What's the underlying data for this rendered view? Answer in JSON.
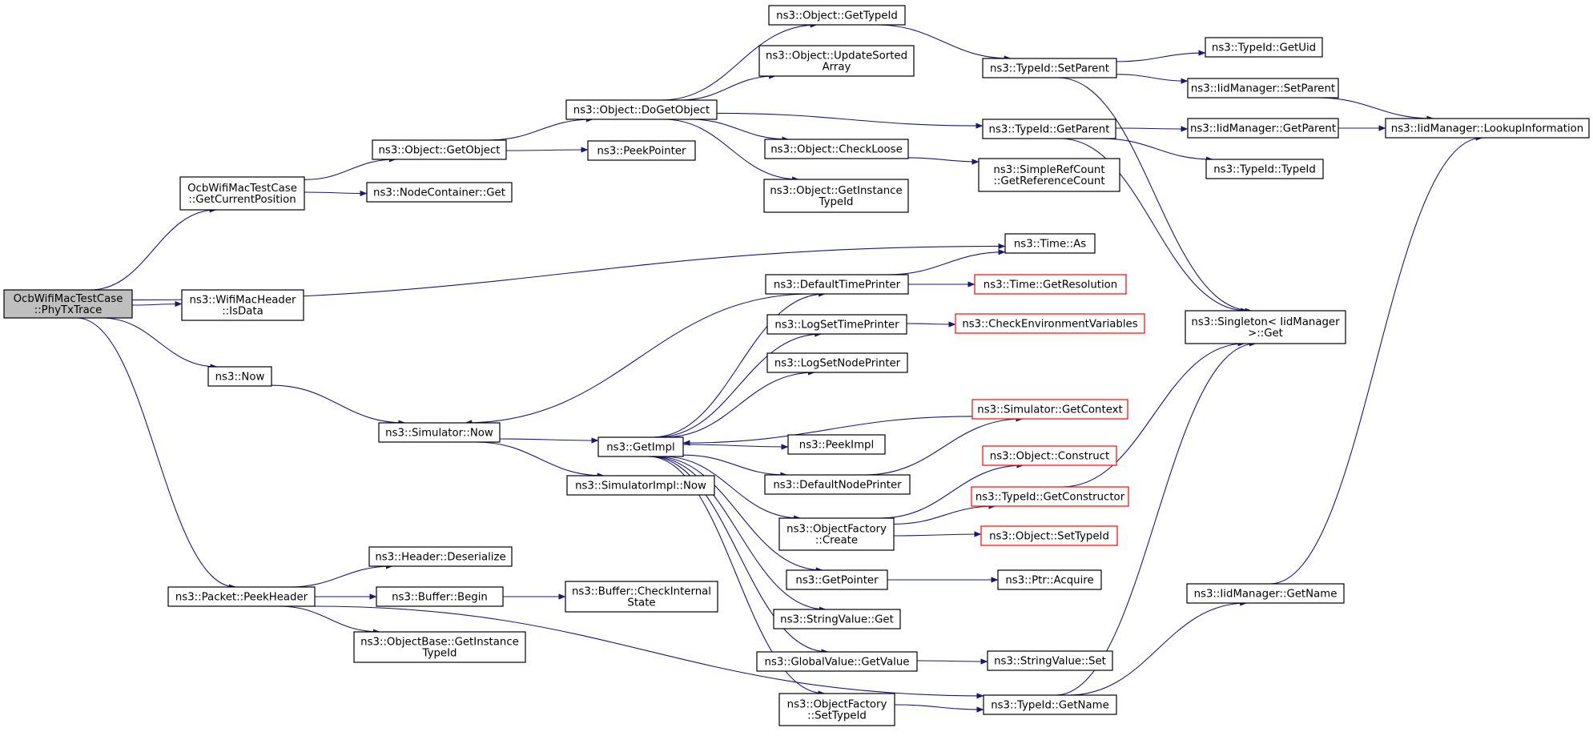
{
  "diagram": {
    "type": "call-graph",
    "colors": {
      "edge": "#191970",
      "root_fill": "#bfbfbf",
      "border": "#000000",
      "truncated_border": "#ff0000",
      "node_fill": "#ffffff"
    },
    "nodes": {
      "root": [
        "OcbWifiMacTestCase",
        "::PhyTxTrace"
      ],
      "getcurpos": [
        "OcbWifiMacTestCase",
        "::GetCurrentPosition"
      ],
      "isdata": [
        "ns3::WifiMacHeader",
        "::IsData"
      ],
      "now": [
        "ns3::Now"
      ],
      "peekheader": [
        "ns3::Packet::PeekHeader"
      ],
      "getobject": [
        "ns3::Object::GetObject"
      ],
      "nodecontainer_get": [
        "ns3::NodeContainer::Get"
      ],
      "sim_now": [
        "ns3::Simulator::Now"
      ],
      "header_deser": [
        "ns3::Header::Deserialize"
      ],
      "buffer_begin": [
        "ns3::Buffer::Begin"
      ],
      "objbase_gettid": [
        "ns3::ObjectBase::GetInstance",
        "TypeId"
      ],
      "dogetobject": [
        "ns3::Object::DoGetObject"
      ],
      "peekpointer": [
        "ns3::PeekPointer"
      ],
      "getimpl": [
        "ns3::GetImpl"
      ],
      "simimpl_now": [
        "ns3::SimulatorImpl::Now"
      ],
      "buffer_checkinternal": [
        "ns3::Buffer::CheckInternal",
        "State"
      ],
      "obj_gettypeid": [
        "ns3::Object::GetTypeId"
      ],
      "obj_updatesorted": [
        "ns3::Object::UpdateSorted",
        "Array"
      ],
      "obj_checkloose": [
        "ns3::Object::CheckLoose"
      ],
      "obj_getinsttid": [
        "ns3::Object::GetInstance",
        "TypeId"
      ],
      "defaulttimeprinter": [
        "ns3::DefaultTimePrinter"
      ],
      "logsettimeprinter": [
        "ns3::LogSetTimePrinter"
      ],
      "logsetnodeprinter": [
        "ns3::LogSetNodePrinter"
      ],
      "peekimpl": [
        "ns3::PeekImpl"
      ],
      "defaultnodeprinter": [
        "ns3::DefaultNodePrinter"
      ],
      "objfactory_create": [
        "ns3::ObjectFactory",
        "::Create"
      ],
      "getpointer": [
        "ns3::GetPointer"
      ],
      "stringvalue_get": [
        "ns3::StringValue::Get"
      ],
      "globalvalue_getvalue": [
        "ns3::GlobalValue::GetValue"
      ],
      "objfactory_settypeid": [
        "ns3::ObjectFactory",
        "::SetTypeId"
      ],
      "tid_setparent": [
        "ns3::TypeId::SetParent"
      ],
      "tid_getparent": [
        "ns3::TypeId::GetParent"
      ],
      "simplerefcount": [
        "ns3::SimpleRefCount",
        "::GetReferenceCount"
      ],
      "time_as": [
        "ns3::Time::As"
      ],
      "time_getresolution": [
        "ns3::Time::GetResolution"
      ],
      "checkenv": [
        "ns3::CheckEnvironmentVariables"
      ],
      "sim_getcontext": [
        "ns3::Simulator::GetContext"
      ],
      "obj_construct": [
        "ns3::Object::Construct"
      ],
      "tid_getconstructor": [
        "ns3::TypeId::GetConstructor"
      ],
      "obj_settypeid": [
        "ns3::Object::SetTypeId"
      ],
      "ptr_acquire": [
        "ns3::Ptr::Acquire"
      ],
      "stringvalue_set": [
        "ns3::StringValue::Set"
      ],
      "tid_getname": [
        "ns3::TypeId::GetName"
      ],
      "tid_getuid": [
        "ns3::TypeId::GetUid"
      ],
      "iid_setparent": [
        "ns3::IidManager::SetParent"
      ],
      "iid_getparent": [
        "ns3::IidManager::GetParent"
      ],
      "tid_typeid": [
        "ns3::TypeId::TypeId"
      ],
      "singleton_get": [
        "ns3::Singleton< IidManager",
        ">::Get"
      ],
      "iid_getname": [
        "ns3::IidManager::GetName"
      ],
      "iid_lookupinfo": [
        "ns3::IidManager::LookupInformation"
      ]
    },
    "truncated_nodes": [
      "time_getresolution",
      "checkenv",
      "sim_getcontext",
      "obj_construct",
      "tid_getconstructor",
      "obj_settypeid"
    ],
    "edges": [
      [
        "root",
        "getcurpos"
      ],
      [
        "root",
        "time_as"
      ],
      [
        "root",
        "isdata"
      ],
      [
        "root",
        "now"
      ],
      [
        "root",
        "peekheader"
      ],
      [
        "getcurpos",
        "getobject"
      ],
      [
        "getcurpos",
        "nodecontainer_get"
      ],
      [
        "getobject",
        "dogetobject"
      ],
      [
        "getobject",
        "peekpointer"
      ],
      [
        "dogetobject",
        "obj_gettypeid"
      ],
      [
        "dogetobject",
        "obj_updatesorted"
      ],
      [
        "dogetobject",
        "tid_getparent"
      ],
      [
        "dogetobject",
        "obj_checkloose"
      ],
      [
        "dogetobject",
        "obj_getinsttid"
      ],
      [
        "obj_gettypeid",
        "tid_setparent"
      ],
      [
        "tid_setparent",
        "tid_getuid"
      ],
      [
        "tid_setparent",
        "iid_setparent"
      ],
      [
        "tid_setparent",
        "singleton_get"
      ],
      [
        "iid_setparent",
        "iid_lookupinfo"
      ],
      [
        "tid_getparent",
        "iid_getparent"
      ],
      [
        "tid_getparent",
        "tid_typeid"
      ],
      [
        "tid_getparent",
        "singleton_get"
      ],
      [
        "iid_getparent",
        "iid_lookupinfo"
      ],
      [
        "obj_checkloose",
        "simplerefcount"
      ],
      [
        "now",
        "sim_now"
      ],
      [
        "sim_now",
        "getimpl"
      ],
      [
        "sim_now",
        "simimpl_now"
      ],
      [
        "getimpl",
        "defaulttimeprinter"
      ],
      [
        "getimpl",
        "logsettimeprinter"
      ],
      [
        "getimpl",
        "logsetnodeprinter"
      ],
      [
        "getimpl",
        "peekimpl"
      ],
      [
        "getimpl",
        "defaultnodeprinter"
      ],
      [
        "getimpl",
        "objfactory_create"
      ],
      [
        "getimpl",
        "getpointer"
      ],
      [
        "getimpl",
        "stringvalue_get"
      ],
      [
        "getimpl",
        "globalvalue_getvalue"
      ],
      [
        "getimpl",
        "objfactory_settypeid"
      ],
      [
        "defaulttimeprinter",
        "time_as"
      ],
      [
        "defaulttimeprinter",
        "time_getresolution"
      ],
      [
        "defaulttimeprinter",
        "sim_now"
      ],
      [
        "logsettimeprinter",
        "checkenv"
      ],
      [
        "sim_getcontext",
        "getimpl"
      ],
      [
        "defaultnodeprinter",
        "sim_getcontext"
      ],
      [
        "objfactory_create",
        "obj_construct"
      ],
      [
        "objfactory_create",
        "tid_getconstructor"
      ],
      [
        "objfactory_create",
        "obj_settypeid"
      ],
      [
        "tid_getconstructor",
        "singleton_get"
      ],
      [
        "getpointer",
        "ptr_acquire"
      ],
      [
        "globalvalue_getvalue",
        "stringvalue_set"
      ],
      [
        "objfactory_settypeid",
        "tid_getname"
      ],
      [
        "tid_getname",
        "singleton_get"
      ],
      [
        "tid_getname",
        "iid_getname"
      ],
      [
        "iid_getname",
        "iid_lookupinfo"
      ],
      [
        "peekheader",
        "header_deser"
      ],
      [
        "peekheader",
        "buffer_begin"
      ],
      [
        "peekheader",
        "objbase_gettid"
      ],
      [
        "peekheader",
        "tid_getname"
      ],
      [
        "buffer_begin",
        "buffer_checkinternal"
      ]
    ]
  }
}
